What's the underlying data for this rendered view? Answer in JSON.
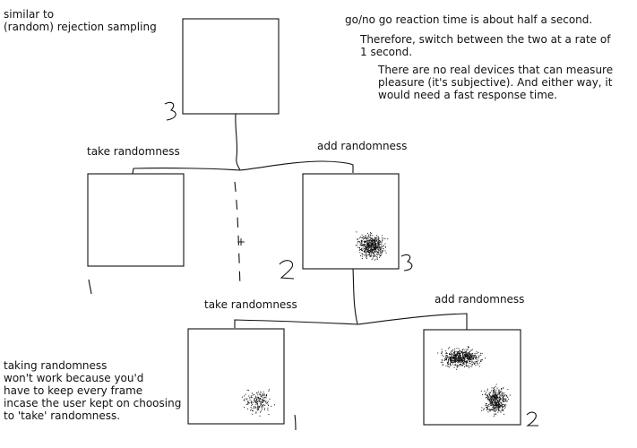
{
  "notes": {
    "similar": "similar to\n(random) rejection sampling",
    "reaction": "go/no go reaction time is about half a second.",
    "switch": "Therefore, switch between the two at a rate of\n1 second.",
    "devices": "There are no real devices that can measure\npleasure (it's subjective). And either way, it\nwould need a fast response time.",
    "taking": "taking randomness\nwon't work because you'd\nhave to keep every frame\nincase the user kept on choosing\nto 'take' randomness."
  },
  "labels": {
    "take_top": "take randomness",
    "add_top": "add randomness",
    "take_bottom": "take randomness",
    "add_bottom": "add randomness",
    "plus": "+"
  },
  "handwritten": {
    "top_box": "3",
    "mid_left": "1",
    "mid_right_left": "2",
    "mid_right_right": "3",
    "bottom_left": "1",
    "bottom_right": "2"
  },
  "colors": {
    "ink": "#111111",
    "background": "#ffffff"
  }
}
